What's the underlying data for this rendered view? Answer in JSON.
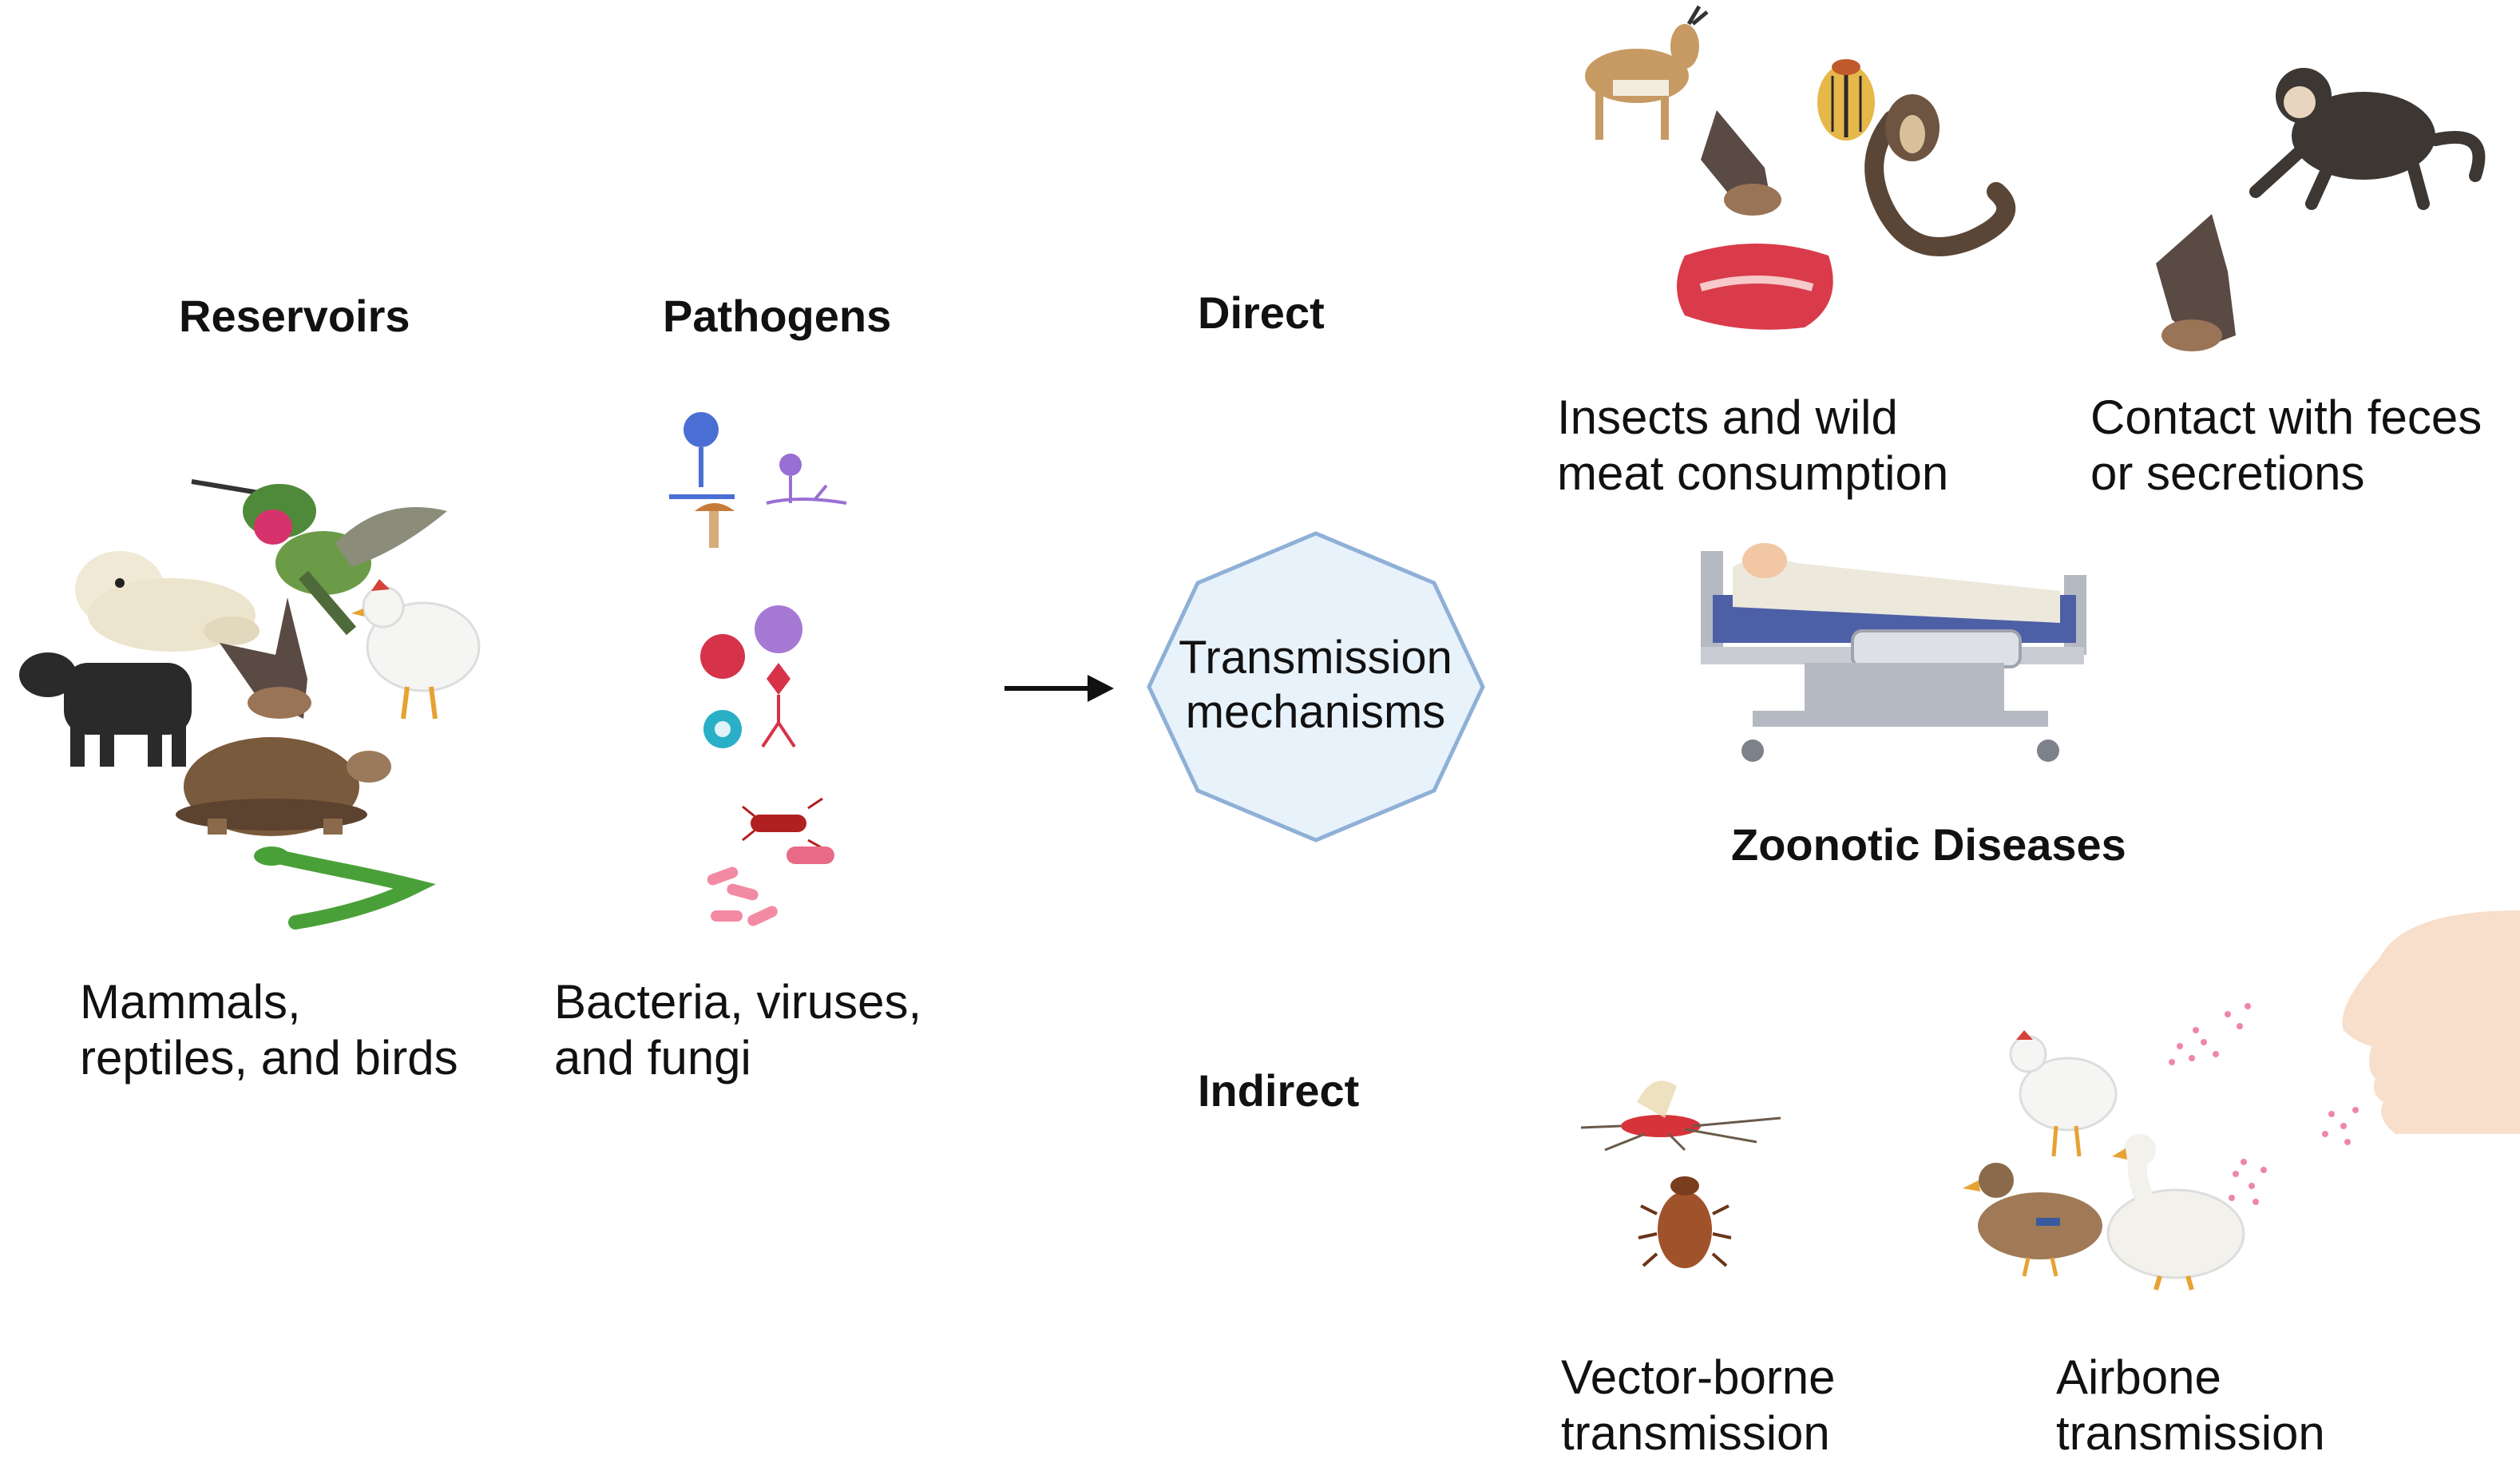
{
  "columns": {
    "reservoirs": {
      "heading": "Reservoirs",
      "caption": "Mammals,\nreptiles, and birds"
    },
    "pathogens": {
      "heading": "Pathogens",
      "caption": "Bacteria, viruses,\nand fungi"
    }
  },
  "center": {
    "label": "Transmission\nmechanisms",
    "fill": "#e8f2fb",
    "stroke": "#8fb0d6"
  },
  "routes": {
    "direct": {
      "heading": "Direct",
      "items": [
        {
          "caption": "Insects and wild\nmeat consumption"
        },
        {
          "caption": "Contact with feces\nor secretions"
        }
      ]
    },
    "indirect": {
      "heading": "Indirect",
      "items": [
        {
          "caption": "Vector-borne\ntransmission"
        },
        {
          "caption": "Airbone\ntransmission"
        }
      ]
    }
  },
  "outcome": {
    "heading": "Zoonotic Diseases"
  },
  "icons": [
    "hummingbird-icon",
    "seal-icon",
    "bat-icon",
    "hen-icon",
    "cow-icon",
    "tortoise-icon",
    "lizard-icon",
    "fungi-icon",
    "virus-icon",
    "bacteria-icon",
    "arrow-icon",
    "pronghorn-icon",
    "beetle-icon",
    "cobra-icon",
    "raw-meat-icon",
    "monkey-icon",
    "hospital-bed-icon",
    "mosquito-icon",
    "bedbug-icon",
    "duck-icon",
    "goose-icon",
    "face-icon",
    "droplets-icon"
  ]
}
